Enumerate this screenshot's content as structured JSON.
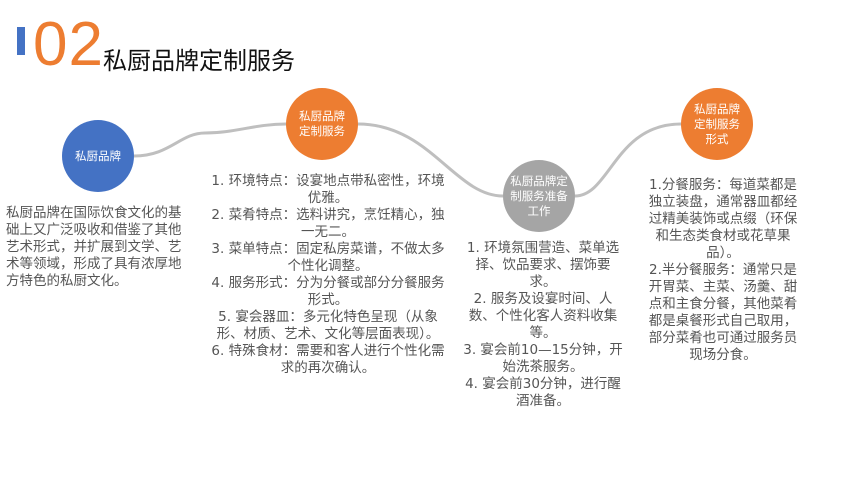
{
  "header": {
    "number": "02",
    "title": "私厨品牌定制服务"
  },
  "colors": {
    "blue": "#4472c4",
    "orange": "#ed7d31",
    "gray": "#a5a5a5"
  },
  "steps": [
    {
      "label": "私厨品牌",
      "lines": [
        "私厨品牌在国际饮食文化的基础上又广泛吸收和借鉴了其他艺术形式，并扩展到文学、艺术等领域，形成了具有浓厚地方特色的私厨文化。"
      ]
    },
    {
      "label": "私厨品牌定制服务",
      "lines": [
        "1. 环境特点：设宴地点带私密性，环境优雅。",
        "2. 菜肴特点：选料讲究，烹饪精心，独一无二。",
        "3. 菜单特点：固定私房菜谱，不做太多个性化调整。",
        "4. 服务形式：分为分餐或部分分餐服务形式。",
        "5. 宴会器皿：多元化特色呈现（从象形、材质、艺术、文化等层面表现）。",
        "6. 特殊食材：需要和客人进行个性化需求的再次确认。"
      ]
    },
    {
      "label": "私厨品牌定制服务准备工作",
      "lines": [
        "1. 环境氛围营造、菜单选择、饮品要求、摆饰要求。",
        "2. 服务及设宴时间、人数、个性化客人资料收集等。",
        "3. 宴会前10—15分钟，开始洗茶服务。",
        "4. 宴会前30分钟，进行醒酒准备。"
      ]
    },
    {
      "label": "私厨品牌定制服务形式",
      "lines": [
        "1.分餐服务：每道菜都是独立装盘，通常器皿都经过精美装饰或点缀（环保和生态类食材或花草果品）。",
        "2.半分餐服务：通常只是开胃菜、主菜、汤羹、甜点和主食分餐，其他菜肴都是桌餐形式自己取用，部分菜肴也可通过服务员现场分食。"
      ]
    }
  ]
}
